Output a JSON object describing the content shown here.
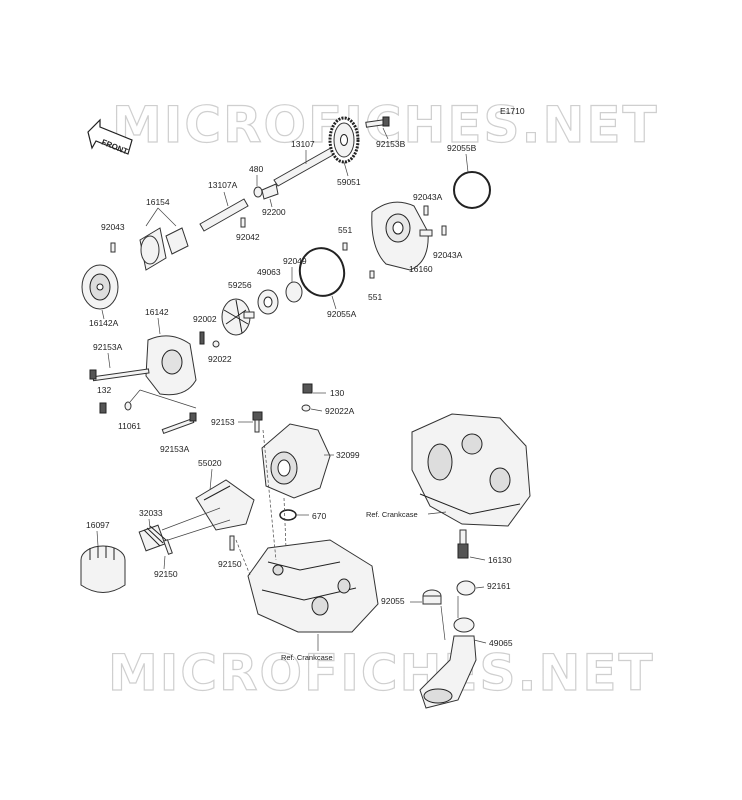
{
  "diagram": {
    "code": "E1710",
    "front_label": "FRONT",
    "watermark": "MICROFICHES.NET",
    "labels": {
      "l13107": "13107",
      "l92153B": "92153B",
      "l59051": "59051",
      "l92055B": "92055B",
      "l480": "480",
      "l13107A": "13107A",
      "l92200": "92200",
      "l16154": "16154",
      "l92042": "92042",
      "l92043": "92043",
      "l92043A_1": "92043A",
      "l551_1": "551",
      "l92043A_2": "92043A",
      "l16160": "16160",
      "l551_2": "551",
      "l92049": "92049",
      "l49063": "49063",
      "l59256": "59256",
      "l92055A": "92055A",
      "l16142A": "16142A",
      "l16142": "16142",
      "l92002": "92002",
      "l92022": "92022",
      "l92153A_1": "92153A",
      "l132": "132",
      "l11061": "11061",
      "l92153A_2": "92153A",
      "l130": "130",
      "l92022A": "92022A",
      "l92153": "92153",
      "l32099": "32099",
      "l55020": "55020",
      "l670": "670",
      "l32033": "32033",
      "l16097": "16097",
      "l92150_1": "92150",
      "l92150_2": "92150",
      "l16130": "16130",
      "l92161": "92161",
      "l92055": "92055",
      "l49065": "49065",
      "ref_crankcase_1": "Ref. Crankcase",
      "ref_crankcase_2": "Ref. Crankcase"
    }
  }
}
